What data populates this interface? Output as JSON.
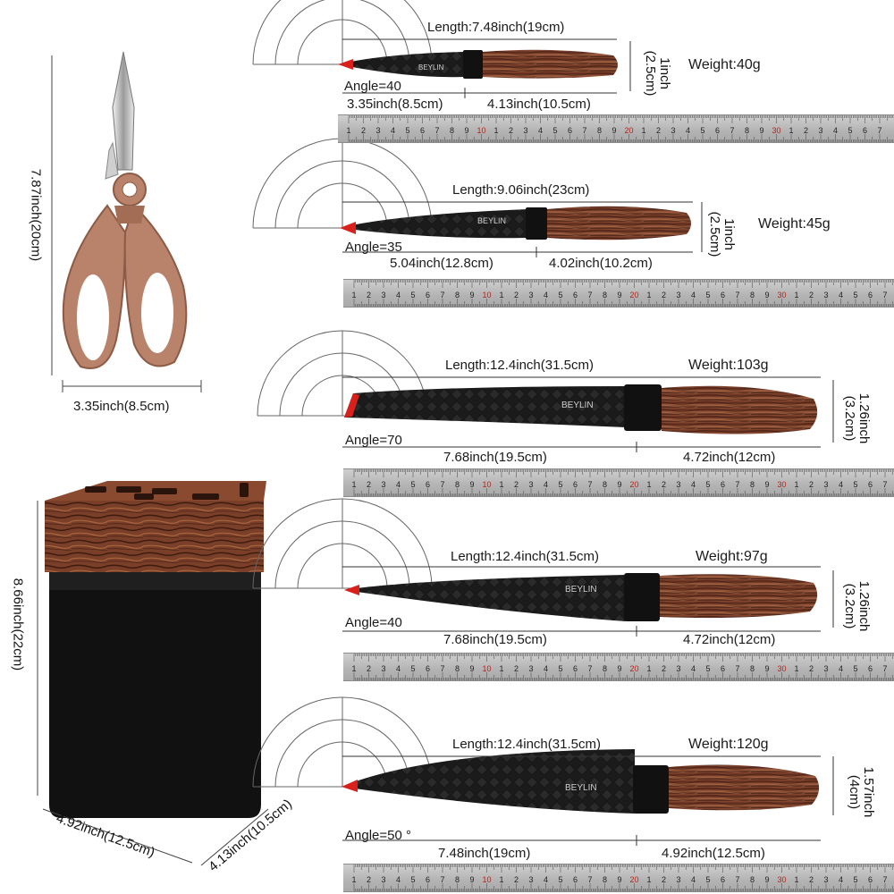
{
  "brand": "BEYLIN",
  "colors": {
    "blade": "#1b1b1b",
    "wood": "#6b3424",
    "wood_light": "#a3664a",
    "scissors_handle": "#b9826a",
    "block_body": "#111111",
    "ruler": "#b8b8b8",
    "ruler_red": "#b0251c",
    "edge_red": "#d8201c"
  },
  "ruler_numbers": [
    "1",
    "2",
    "3",
    "4",
    "5",
    "6",
    "7",
    "8",
    "9",
    "10",
    "1",
    "2",
    "3",
    "4",
    "5",
    "6",
    "7",
    "8",
    "9",
    "20",
    "1",
    "2",
    "3",
    "4",
    "5",
    "6",
    "7",
    "8",
    "9",
    "30",
    "1",
    "2",
    "3",
    "4",
    "5",
    "6",
    "7"
  ],
  "scissors": {
    "height": "7.87inch(20cm)",
    "width": "3.35inch(8.5cm)"
  },
  "block": {
    "height": "8.66inch(22cm)",
    "width": "4.92inch(12.5cm)",
    "depth": "4.13inch(10.5cm)"
  },
  "knives": [
    {
      "length": "Length:7.48inch(19cm)",
      "blade": "3.35inch(8.5cm)",
      "handle": "4.13inch(10.5cm)",
      "angle": "Angle=40",
      "height": "1inch\n(2.5cm)",
      "height_a": "1inch",
      "height_b": "(2.5cm)",
      "weight": "Weight:40g"
    },
    {
      "length": "Length:9.06inch(23cm)",
      "blade": "5.04inch(12.8cm)",
      "handle": "4.02inch(10.2cm)",
      "angle": "Angle=35",
      "height_a": "1inch",
      "height_b": "(2.5cm)",
      "weight": "Weight:45g"
    },
    {
      "length": "Length:12.4inch(31.5cm)",
      "blade": "7.68inch(19.5cm)",
      "handle": "4.72inch(12cm)",
      "angle": "Angle=70",
      "height_a": "1.26inch",
      "height_b": "(3.2cm)",
      "weight": "Weight:103g"
    },
    {
      "length": "Length:12.4inch(31.5cm)",
      "blade": "7.68inch(19.5cm)",
      "handle": "4.72inch(12cm)",
      "angle": "Angle=40",
      "height_a": "1.26inch",
      "height_b": "(3.2cm)",
      "weight": "Weight:97g"
    },
    {
      "length": "Length:12.4inch(31.5cm)",
      "blade": "7.48inch(19cm)",
      "handle": "4.92inch(12.5cm)",
      "angle": "Angle=50 °",
      "height_a": "1.57inch",
      "height_b": "(4cm)",
      "weight": "Weight:120g"
    }
  ]
}
